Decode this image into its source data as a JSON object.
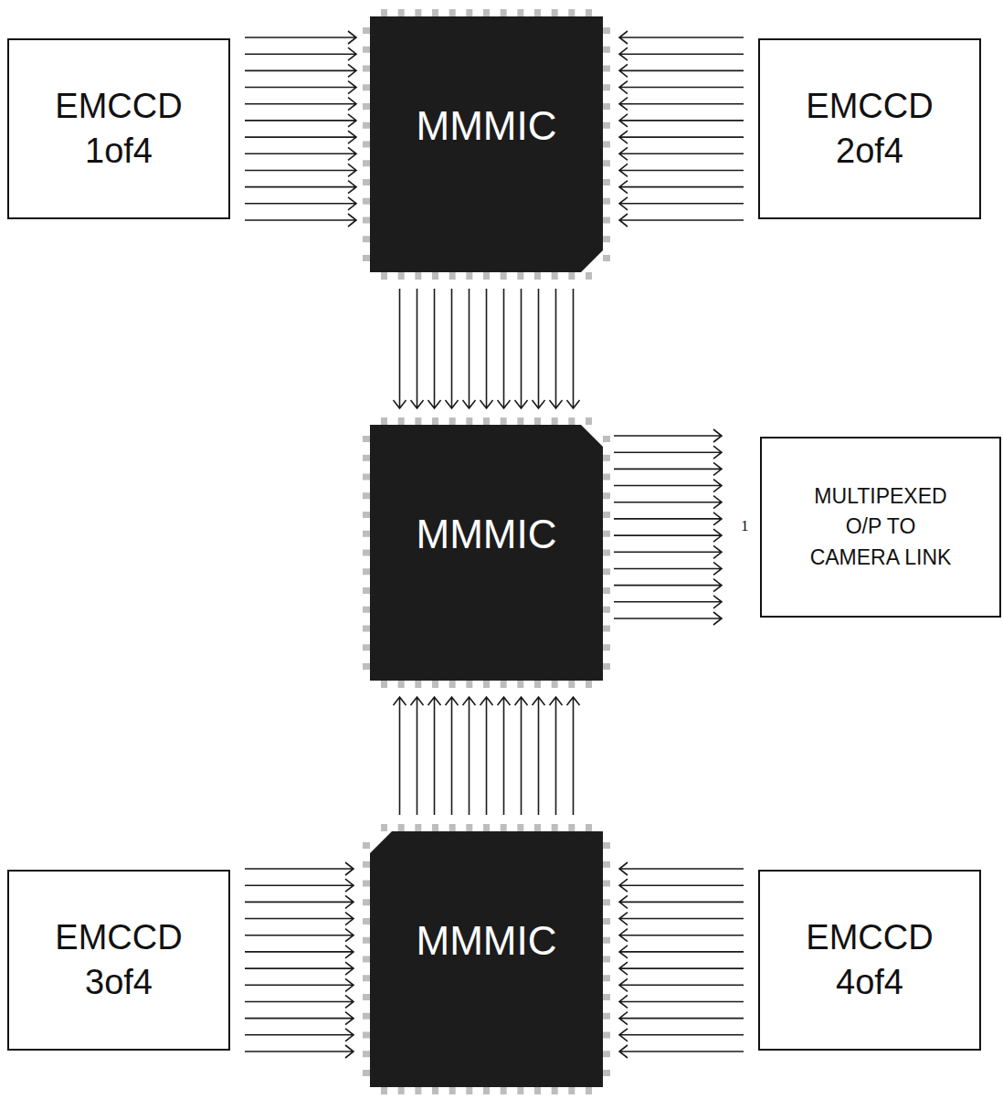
{
  "diagram": {
    "nodes": [
      {
        "text": [
          "EMCCD 1of4"
        ]
      },
      {
        "text": [
          "MMMIC"
        ]
      },
      {
        "text": [
          "EMCCD 2of4"
        ]
      },
      {
        "text": [
          "MMMIC"
        ]
      },
      {
        "text": [
          "MULTIPEXED O/P TO CAMERA LINK"
        ]
      },
      {
        "text": [
          "EMCCD 3of4"
        ]
      },
      {
        "text": [
          "MMMIC"
        ]
      },
      {
        "text": [
          "EMCCD 4of4"
        ]
      }
    ],
    "edges": [
      {
        "from": 0,
        "to": 1,
        "arrow": "to"
      },
      {
        "from": 2,
        "to": 1,
        "arrow": "to"
      },
      {
        "from": 1,
        "to": 3,
        "arrow": "to"
      },
      {
        "from": 3,
        "to": 4,
        "arrow": "to"
      },
      {
        "from": 6,
        "to": 3,
        "arrow": "to"
      },
      {
        "from": 5,
        "to": 6,
        "arrow": "to"
      },
      {
        "from": 7,
        "to": 6,
        "arrow": "to"
      }
    ],
    "labels": [
      "1"
    ]
  }
}
